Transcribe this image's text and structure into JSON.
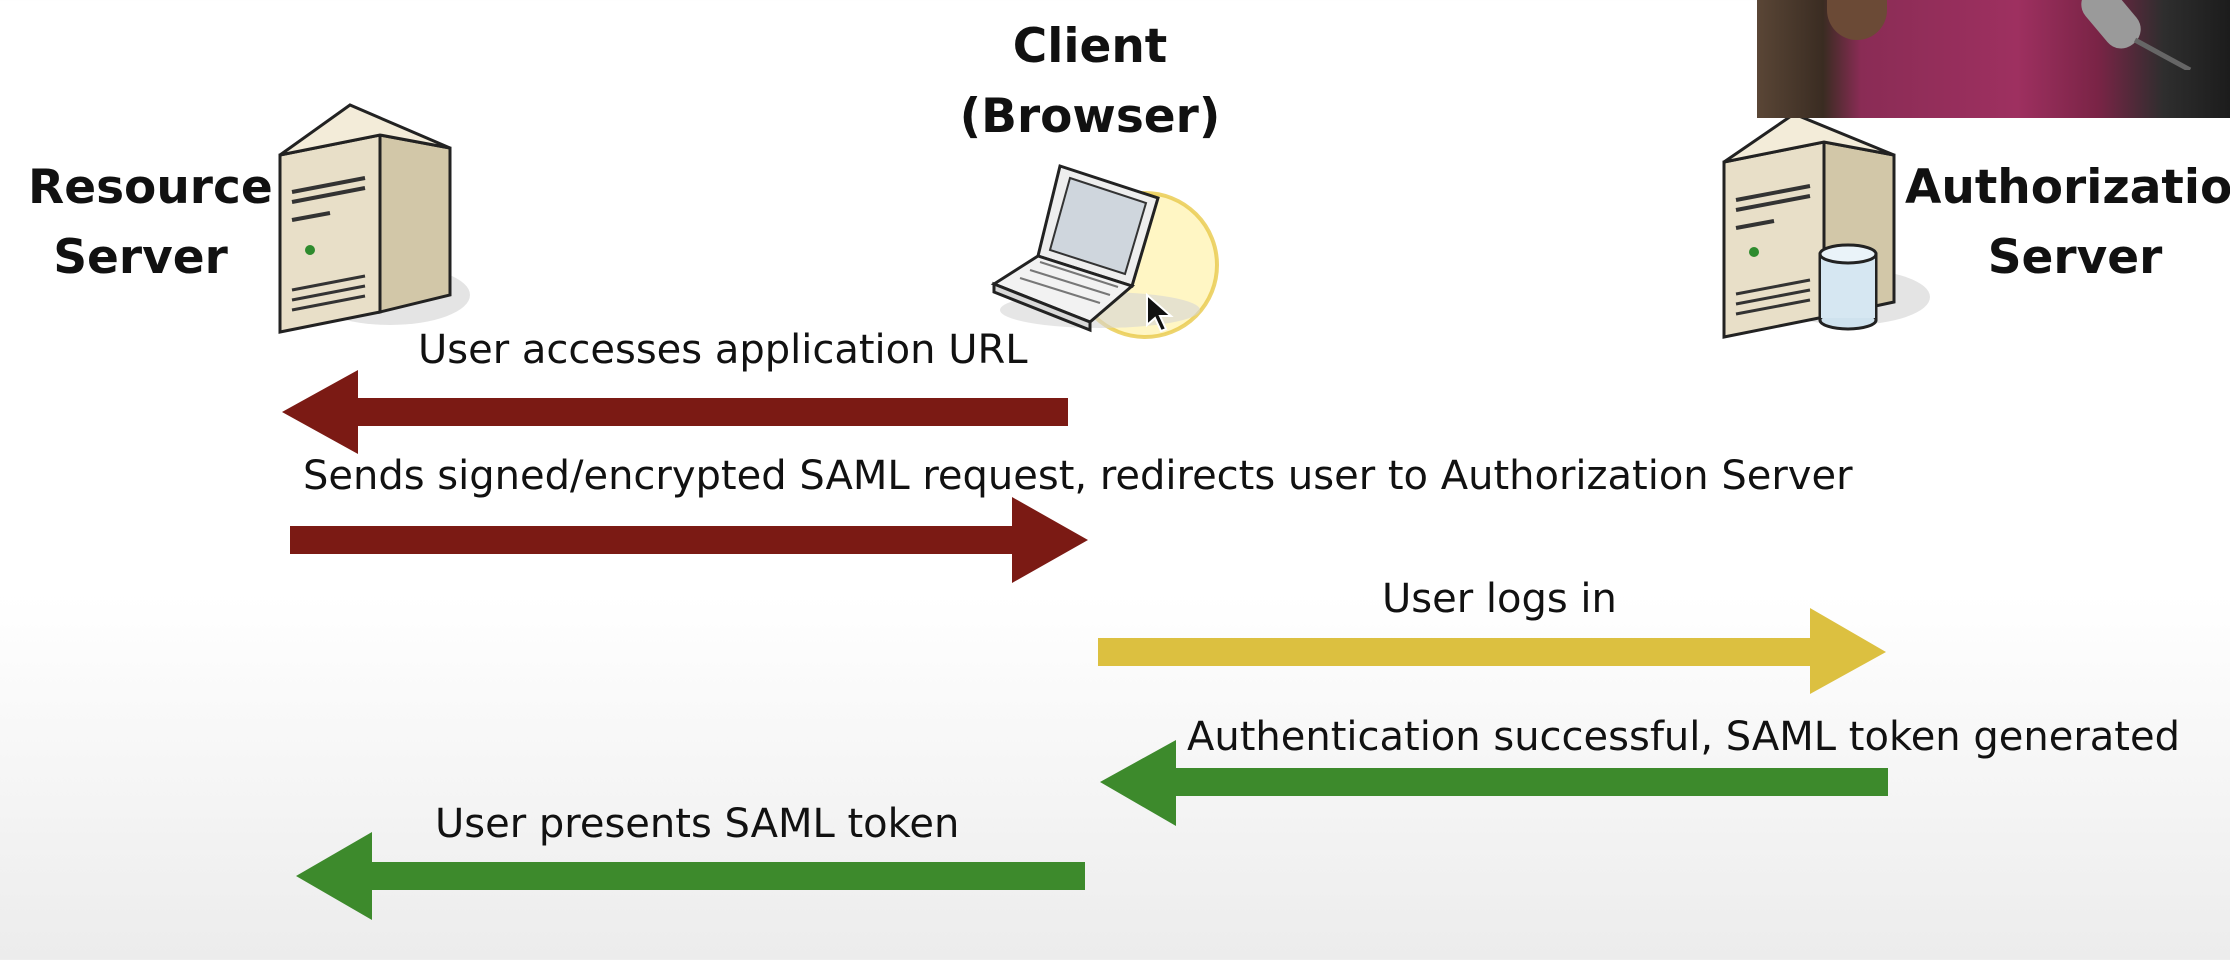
{
  "nodes": {
    "resource_server": "Resource\nServer",
    "client": "Client\n(Browser)",
    "authorization_server": "Authorization\nServer"
  },
  "flows": [
    {
      "label": "User accesses application URL",
      "direction": "left",
      "color": "#7b1a14"
    },
    {
      "label": "Sends signed/encrypted SAML request, redirects user to Authorization Server",
      "direction": "right",
      "color": "#7b1a14"
    },
    {
      "label": "User logs in",
      "direction": "right",
      "color": "#dcc040"
    },
    {
      "label": "Authentication successful, SAML token generated",
      "direction": "left",
      "color": "#3d8a2c"
    },
    {
      "label": "User presents SAML token",
      "direction": "left",
      "color": "#3d8a2c"
    }
  ],
  "icons": {
    "resource_server": "server-tower-icon",
    "client": "laptop-icon",
    "authorization_server": "server-database-icon",
    "pointer": "mouse-pointer-icon"
  },
  "colors": {
    "request": "#7b1a14",
    "login": "#dcc040",
    "token": "#3d8a2c"
  }
}
